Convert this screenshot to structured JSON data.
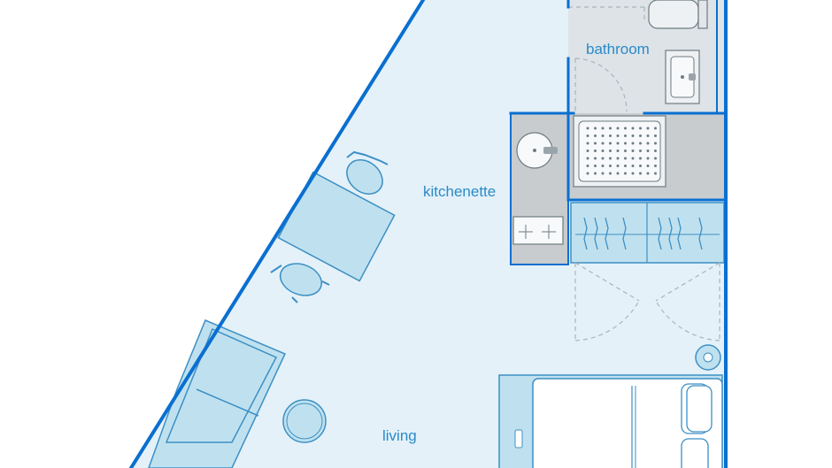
{
  "rooms": {
    "bathroom": "bathroom",
    "kitchenette": "kitchenette",
    "living": "living"
  },
  "colors": {
    "wall": "#0a6fd0",
    "floor": "#e4f1f9",
    "furniture_fill": "#bfe1ef",
    "furniture_stroke": "#3d8fc4",
    "bathroom_floor": "#dde3e7",
    "counter": "#c9ccce",
    "label": "#2a8ac8"
  },
  "icons": [
    "shower-tray-icon",
    "sink-icon",
    "cooktop-icon",
    "toilet-icon",
    "chair-icon",
    "floor-lamp-icon",
    "pillow-icon"
  ]
}
